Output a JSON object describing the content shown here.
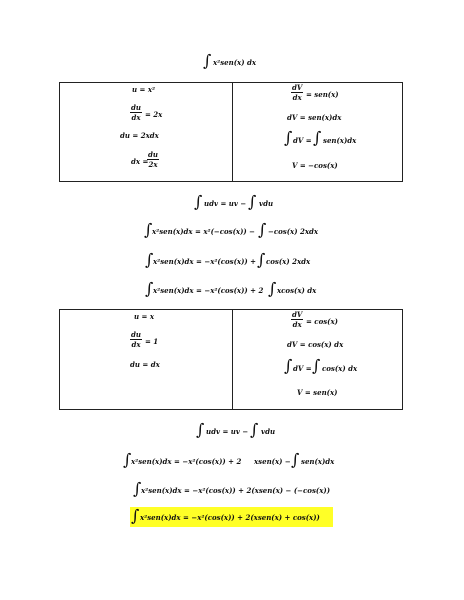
{
  "title": {
    "expr": "x²sen(x) dx"
  },
  "table1": {
    "left": {
      "u": "u = x²",
      "dudx_num": "du",
      "dudx_den": "dx",
      "dudx_rhs": "= 2x",
      "du": "du = 2xdx",
      "dx_lhs": "dx =",
      "dx_num": "du",
      "dx_den": "2x"
    },
    "right": {
      "dV_num": "dV",
      "dV_den": "dx",
      "dV_rhs": "= sen(x)",
      "dV": "dV = sen(x)dx",
      "intdV_lhs": "dV =",
      "intdV_rhs": "sen(x)dx",
      "V": "V = −cos(x)"
    }
  },
  "ibp1": {
    "lhs": "udv = uv −",
    "rhs": "vdu"
  },
  "step1": {
    "a": "x²sen(x)dx = x²(−cos(x)) −",
    "b": "−cos(x) 2xdx"
  },
  "step2": {
    "a": "x²sen(x)dx = −x²(cos(x)) +",
    "b": "cos(x) 2xdx"
  },
  "step3": {
    "a": "x²sen(x)dx = −x²(cos(x)) + 2",
    "b": "xcos(x) dx"
  },
  "table2": {
    "left": {
      "u": "u = x",
      "dudx_num": "du",
      "dudx_den": "dx",
      "dudx_rhs": "= 1",
      "du": "du = dx"
    },
    "right": {
      "dV_num": "dV",
      "dV_den": "dx",
      "dV_rhs": "= cos(x)",
      "dV": "dV = cos(x) dx",
      "intdV_lhs": "dV =",
      "intdV_rhs": "cos(x) dx",
      "V": "V = sen(x)"
    }
  },
  "ibp2": {
    "lhs": "udv = uv −",
    "rhs": "vdu"
  },
  "step4": {
    "a": "x²sen(x)dx = −x²(cos(x)) + 2",
    "b": "xsen(x) −",
    "c": "sen(x)dx"
  },
  "step5": {
    "a": "x²sen(x)dx = −x²(cos(x)) + 2(xsen(x) − (−cos(x))"
  },
  "final": {
    "a": "x²sen(x)dx = −x²(cos(x)) + 2(xsen(x) + cos(x))",
    "highlight": "#ffff27"
  }
}
